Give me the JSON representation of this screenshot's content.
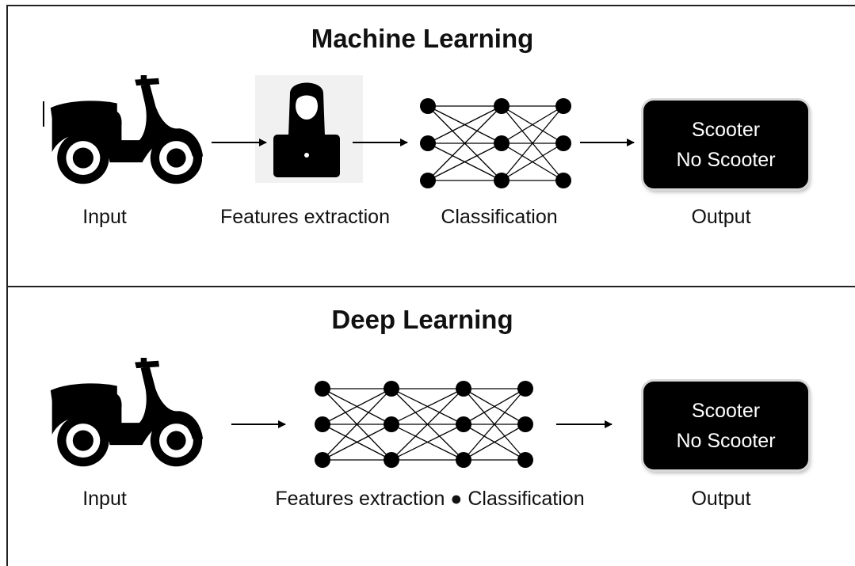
{
  "machine_learning": {
    "title": "Machine Learning",
    "labels": {
      "input": "Input",
      "features": "Features extraction",
      "classification": "Classification",
      "output": "Output"
    },
    "output_box": {
      "line1": "Scooter",
      "line2": "No Scooter"
    }
  },
  "deep_learning": {
    "title": "Deep Learning",
    "labels": {
      "input": "Input",
      "combined": "Features extraction ● Classification",
      "output": "Output"
    },
    "output_box": {
      "line1": "Scooter",
      "line2": "No Scooter"
    }
  },
  "icons": [
    "scooter-icon",
    "person-with-laptop-icon",
    "neural-network-icon",
    "arrow-icon"
  ]
}
